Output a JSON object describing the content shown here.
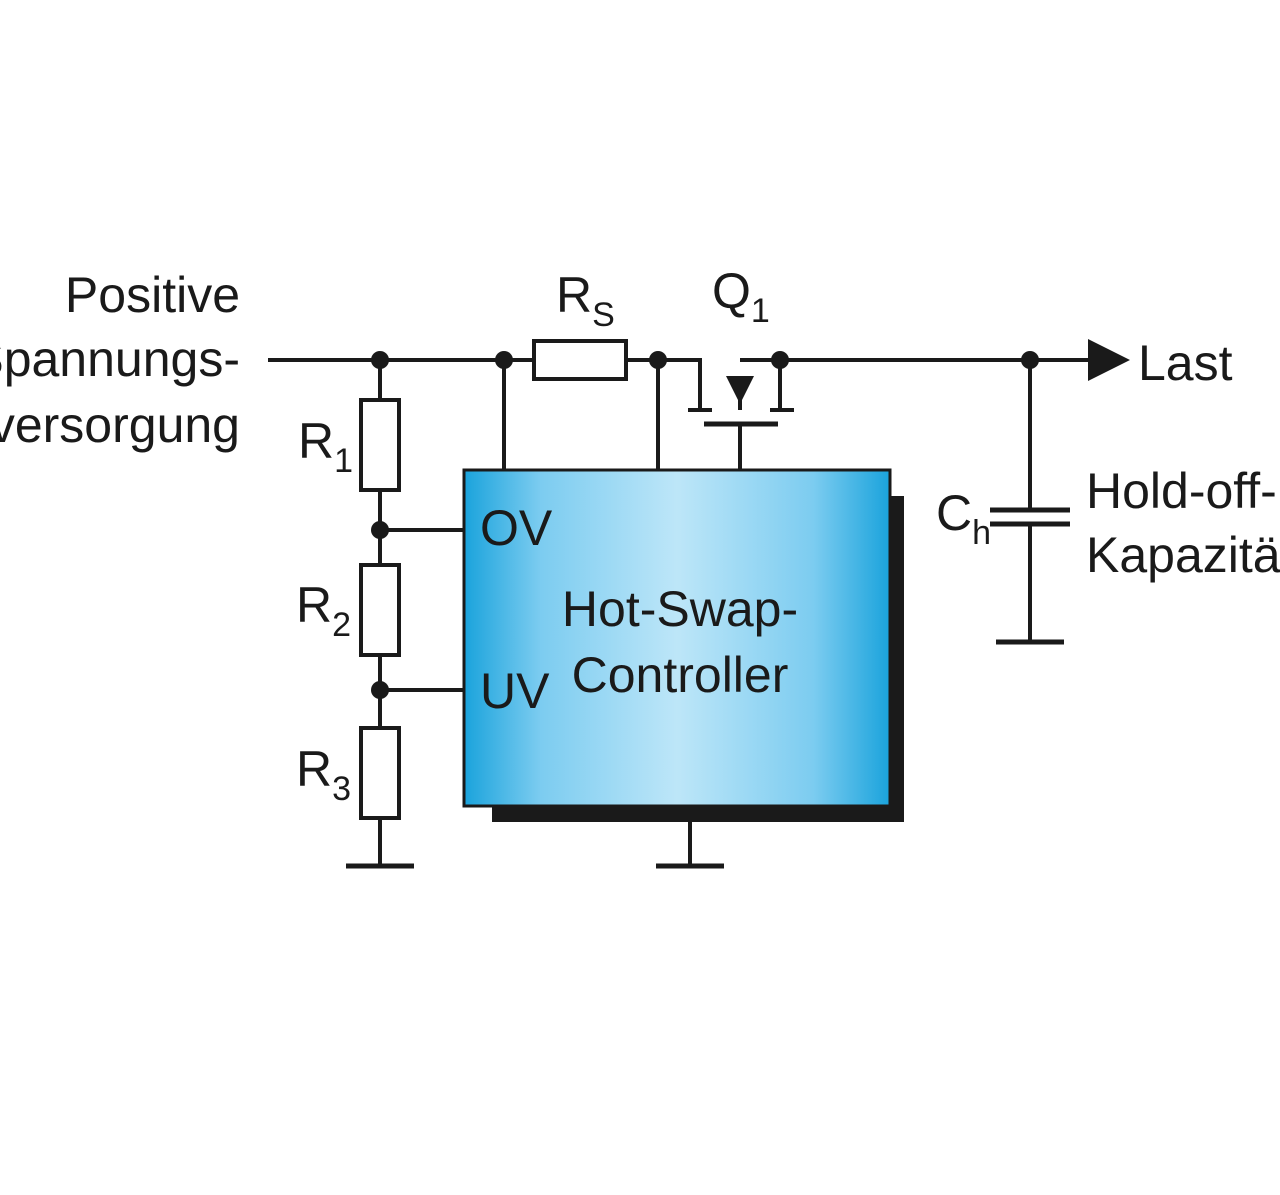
{
  "supply": {
    "line1": "Positive",
    "line2": "Spannungs-",
    "line3": "versorgung"
  },
  "components": {
    "rs": {
      "main": "R",
      "sub": "S"
    },
    "q1": {
      "main": "Q",
      "sub": "1"
    },
    "r1": {
      "main": "R",
      "sub": "1"
    },
    "r2": {
      "main": "R",
      "sub": "2"
    },
    "r3": {
      "main": "R",
      "sub": "3"
    },
    "ch": {
      "main": "C",
      "sub": "h"
    }
  },
  "controller": {
    "line1": "Hot-Swap-",
    "line2": "Controller",
    "pin_ov": "OV",
    "pin_uv": "UV"
  },
  "load": {
    "label": "Last"
  },
  "capacitor": {
    "line1": "Hold-off-",
    "line2": "Kapazität"
  },
  "colors": {
    "block_edge": "#1aa3dc",
    "block_center": "#b8e4f7",
    "ink": "#1a1a1a"
  }
}
